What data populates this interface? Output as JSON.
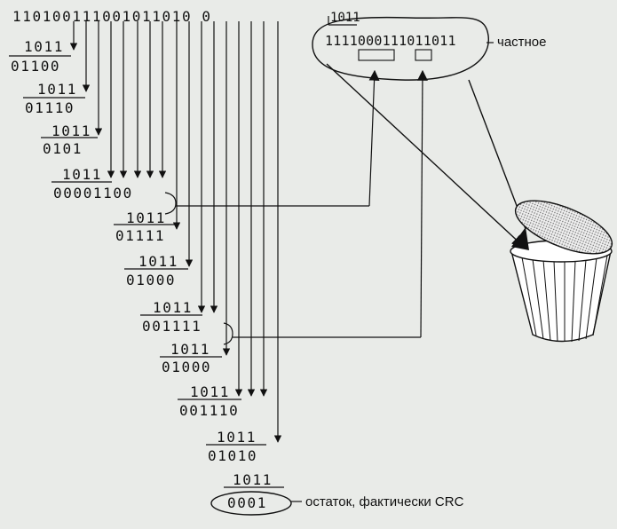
{
  "dividend": "110100111001011010 0",
  "divisor": "1011",
  "steps": [
    {
      "sub": "1011",
      "res": "01100"
    },
    {
      "sub": "1011",
      "res": "01110"
    },
    {
      "sub": "1011",
      "res": "0101"
    },
    {
      "sub": "1011",
      "res": "00001100"
    },
    {
      "sub": "1011",
      "res": "01111"
    },
    {
      "sub": "1011",
      "res": "01000"
    },
    {
      "sub": "1011",
      "res": "001111"
    },
    {
      "sub": "1011",
      "res": "01000"
    },
    {
      "sub": "1011",
      "res": "001110"
    },
    {
      "sub": "1011",
      "res": "01010"
    },
    {
      "sub": "1011",
      "res": "0001"
    }
  ],
  "quotient": {
    "divisor": "1011",
    "value": "1111000111011011",
    "label": "частное"
  },
  "remainder_label": "остаток, фактически CRC"
}
